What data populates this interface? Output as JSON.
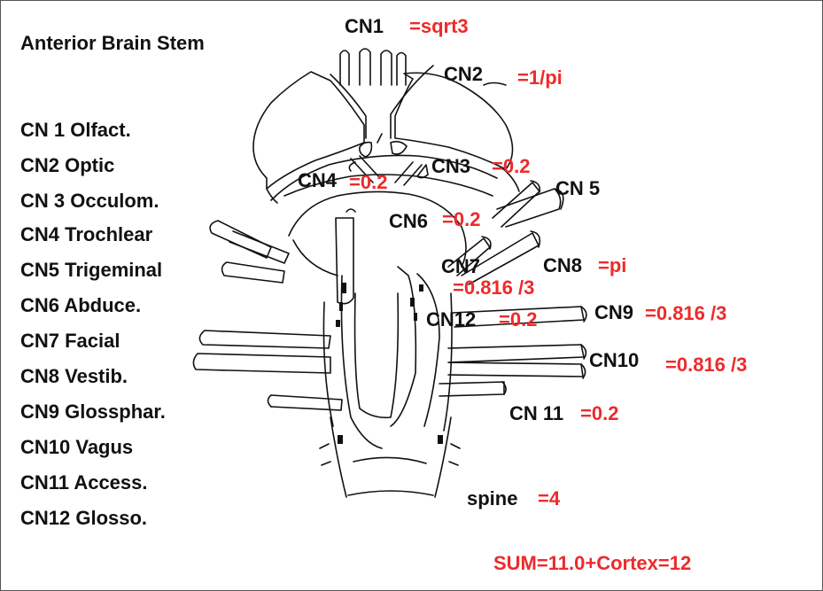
{
  "title": "Anterior Brain Stem",
  "legend": [
    "CN 1 Olfact.",
    "CN2 Optic",
    "CN 3 Occulom.",
    "CN4 Trochlear",
    "CN5 Trigeminal",
    "CN6 Abduce.",
    "CN7 Facial",
    "CN8 Vestib.",
    "CN9 Glossphar.",
    "CN10 Vagus",
    "CN11 Access.",
    "CN12 Glosso."
  ],
  "labels": {
    "cn1": {
      "name": "CN1",
      "value": "=sqrt3"
    },
    "cn2": {
      "name": "CN2",
      "value": "=1/pi"
    },
    "cn3": {
      "name": "CN3",
      "value": "=0.2"
    },
    "cn4": {
      "name": "CN4",
      "value": "=0.2"
    },
    "cn5": {
      "name": "CN 5"
    },
    "cn6": {
      "name": "CN6",
      "value": "=0.2"
    },
    "cn7": {
      "name": "CN7",
      "value": "=0.816 /3"
    },
    "cn8": {
      "name": "CN8",
      "value": "=pi"
    },
    "cn9": {
      "name": "CN9",
      "value": "=0.816 /3"
    },
    "cn10": {
      "name": "CN10",
      "value": "=0.816  /3"
    },
    "cn11": {
      "name": "CN 11",
      "value": "=0.2"
    },
    "cn12": {
      "name": "CN12",
      "value": "=0.2"
    },
    "spine": {
      "name": "spine",
      "value": "=4"
    }
  },
  "sum": "SUM=11.0+Cortex=12",
  "colors": {
    "label": "#111111",
    "value": "#ee2a2a",
    "line": "#111111",
    "background": "#ffffff"
  }
}
